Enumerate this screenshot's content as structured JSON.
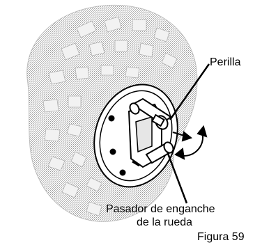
{
  "labels": {
    "knob": "Perilla",
    "pin_line1": "Pasador de enganche",
    "pin_line2": "de la rueda",
    "figure": "Figura 59"
  },
  "colors": {
    "tire_fill": "#c8c8c8",
    "tread_fill": "#e6e6e6",
    "ink": "#000000",
    "hub_fill": "#ffffff"
  }
}
